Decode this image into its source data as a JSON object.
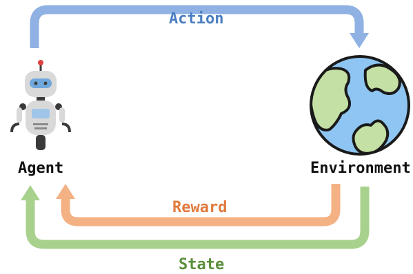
{
  "nodes": {
    "agent": {
      "label": "Agent",
      "icon": "robot-icon"
    },
    "environment": {
      "label": "Environment",
      "icon": "globe-icon"
    }
  },
  "edges": {
    "action": {
      "label": "Action",
      "color": "#4a7fc1",
      "arrow_color": "#8fb1e3",
      "from": "agent",
      "to": "environment"
    },
    "reward": {
      "label": "Reward",
      "color": "#e07a3e",
      "arrow_color": "#f4b183",
      "from": "environment",
      "to": "agent"
    },
    "state": {
      "label": "State",
      "color": "#5a8f3c",
      "arrow_color": "#a9d18e",
      "from": "environment",
      "to": "agent"
    }
  },
  "colors": {
    "globe_ocean": "#8ec5f2",
    "globe_land": "#c5e0a5",
    "outline": "#1a1a1a",
    "robot_body": "#d9d9d9",
    "robot_dark": "#3a3a3a",
    "robot_accent": "#6fa8dc",
    "robot_antenna": "#e04040"
  }
}
